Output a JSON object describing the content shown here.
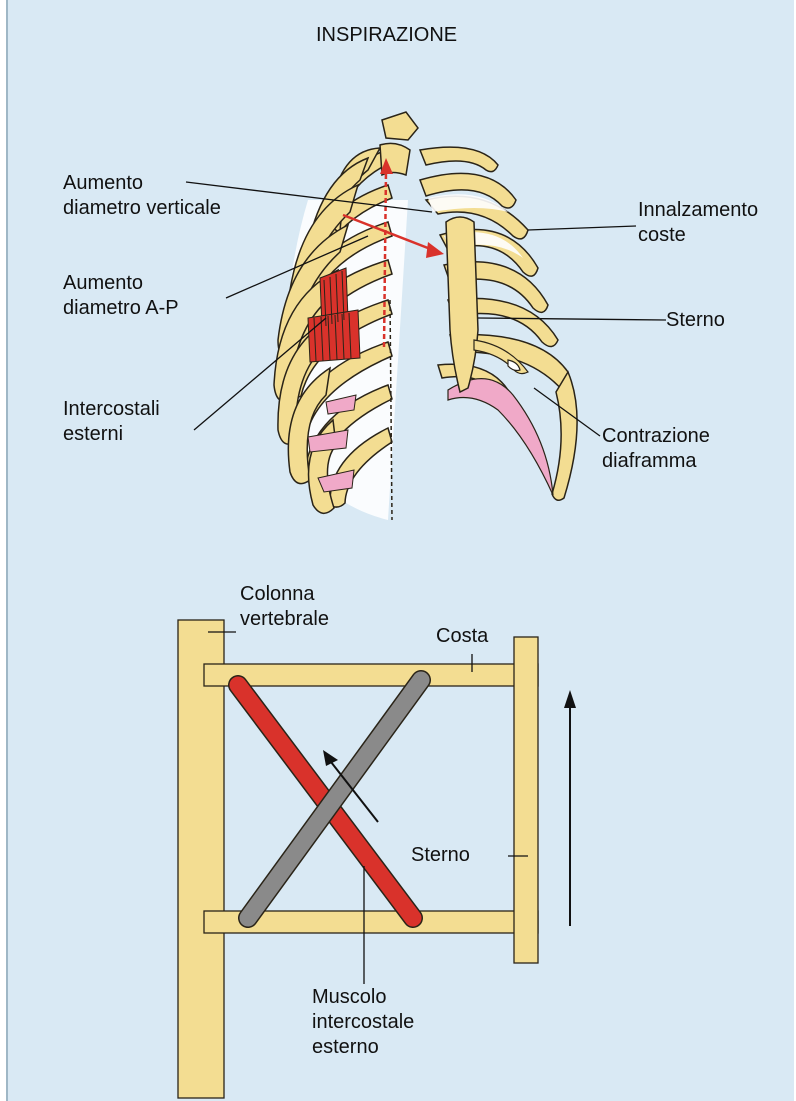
{
  "title": "INSPIRAZIONE",
  "upper": {
    "aumento_verticale": [
      "Aumento",
      "diametro verticale"
    ],
    "aumento_ap": [
      "Aumento",
      "diametro A-P"
    ],
    "intercostali": [
      "Intercostali",
      "esterni"
    ],
    "innalzamento": [
      "Innalzamento",
      "coste"
    ],
    "sterno": "Sterno",
    "contrazione": [
      "Contrazione",
      "diaframma"
    ]
  },
  "lower": {
    "colonna": [
      "Colonna",
      "vertebrale"
    ],
    "costa": "Costa",
    "sterno": "Sterno",
    "muscolo": [
      "Muscolo",
      "intercostale",
      "esterno"
    ]
  },
  "colors": {
    "bone": "#f3dd92",
    "bone_outline": "#2a2418",
    "muscle_red": "#d9322b",
    "muscle_gray": "#8a8a8a",
    "diaphragm": "#f0a9c8",
    "background": "#d9e9f4"
  }
}
